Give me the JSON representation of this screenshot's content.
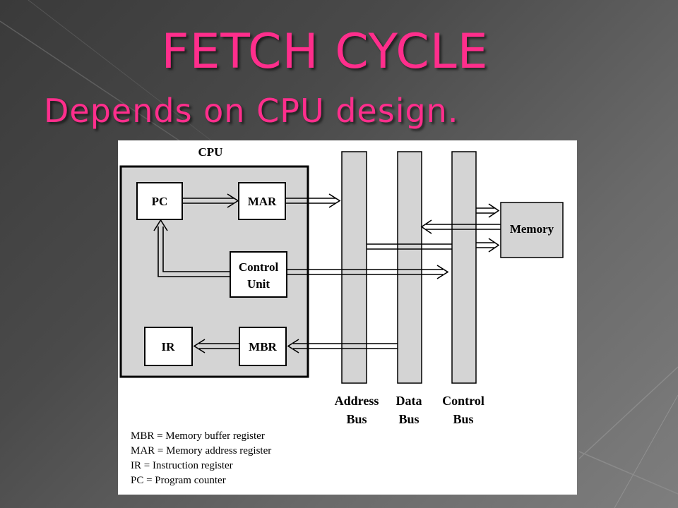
{
  "slide": {
    "title": "FETCH CYCLE",
    "subtitle": "Depends on CPU design."
  },
  "diagram": {
    "cpu_label": "CPU",
    "registers": {
      "pc": "PC",
      "mar": "MAR",
      "control_unit_line1": "Control",
      "control_unit_line2": "Unit",
      "ir": "IR",
      "mbr": "MBR"
    },
    "memory": "Memory",
    "buses": {
      "address_line1": "Address",
      "address_line2": "Bus",
      "data_line1": "Data",
      "data_line2": "Bus",
      "control_line1": "Control",
      "control_line2": "Bus"
    },
    "legend": [
      "MBR = Memory buffer register",
      "MAR = Memory address register",
      "IR = Instruction register",
      "PC = Program counter"
    ]
  }
}
